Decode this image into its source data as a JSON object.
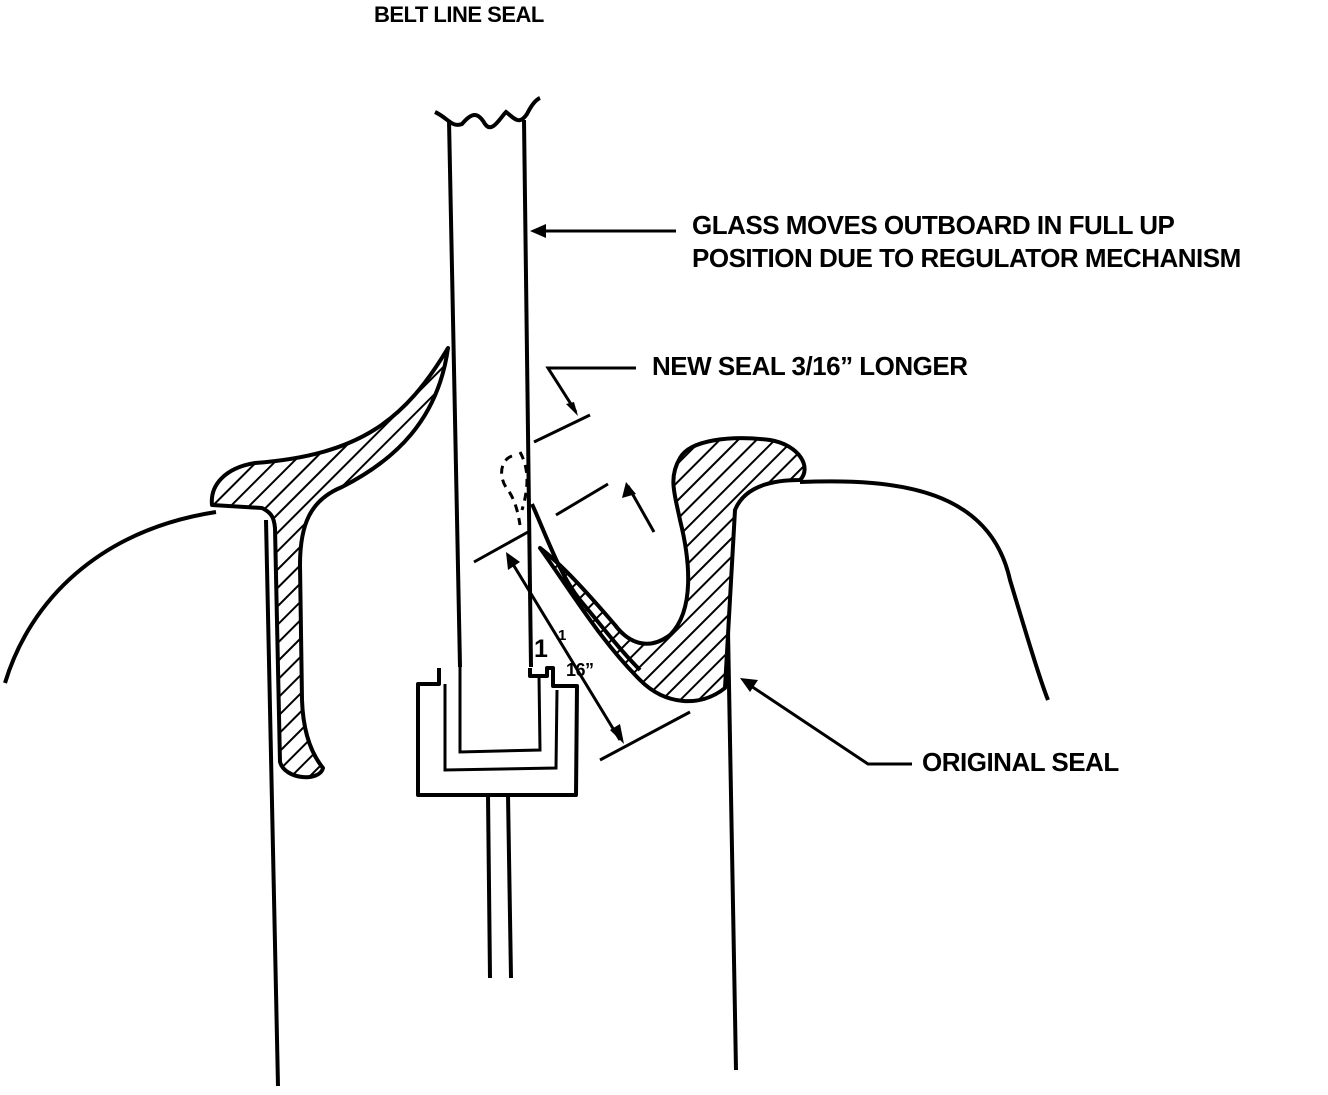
{
  "diagram": {
    "title": "BELT LINE SEAL",
    "labels": {
      "glass_line1": "GLASS MOVES OUTBOARD IN FULL UP",
      "glass_line2": "POSITION DUE TO REGULATOR MECHANISM",
      "new_seal": "NEW SEAL 3/16”  LONGER",
      "original_seal": "ORIGINAL SEAL"
    },
    "dimension": {
      "whole": "1",
      "numerator": "1",
      "denominator": "16”"
    },
    "colors": {
      "ink": "#000000",
      "paper": "#ffffff"
    }
  }
}
